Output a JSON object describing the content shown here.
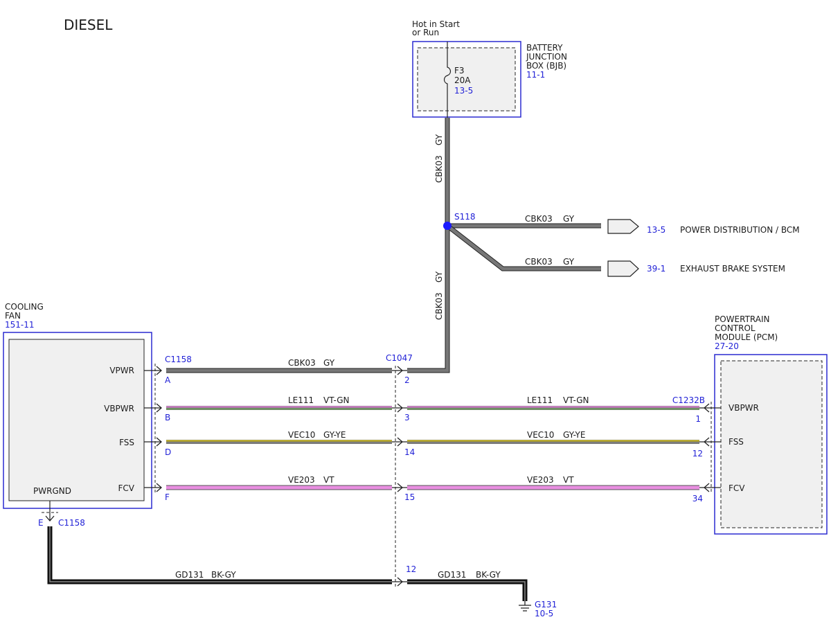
{
  "title": "DIESEL",
  "colors": {
    "ref_blue": "#1f1fd6",
    "wire_gy": "#777777",
    "wire_vt": "#e88ee0",
    "wire_gn": "#7ca86c",
    "wire_ye": "#d9c62a",
    "wire_bk": "#111111",
    "module_fill": "#f0f0f0"
  },
  "bjb": {
    "hot_line1": "Hot in Start",
    "hot_line2": "or Run",
    "name_line1": "BATTERY",
    "name_line2": "JUNCTION",
    "name_line3": "BOX (BJB)",
    "ref": "11-1",
    "fuse_name": "F3",
    "fuse_rating": "20A",
    "fuse_ref": "13-5"
  },
  "splice": {
    "label": "S118"
  },
  "vertical_wires": {
    "upper": {
      "circuit": "CBK03",
      "color": "GY"
    },
    "lower": {
      "circuit": "CBK03",
      "color": "GY"
    }
  },
  "outputs": [
    {
      "circuit": "CBK03",
      "color": "GY",
      "ref": "13-5",
      "dest": "POWER DISTRIBUTION / BCM"
    },
    {
      "circuit": "CBK03",
      "color": "GY",
      "ref": "39-1",
      "dest": "EXHAUST BRAKE SYSTEM"
    }
  ],
  "cooling_fan": {
    "name_line1": "COOLING",
    "name_line2": "FAN",
    "ref": "151-11",
    "connector": "C1158",
    "pins": [
      {
        "name": "VPWR",
        "pin": "A"
      },
      {
        "name": "VBPWR",
        "pin": "B"
      },
      {
        "name": "FSS",
        "pin": "D"
      },
      {
        "name": "FCV",
        "pin": "F"
      }
    ],
    "ground_pin_name": "PWRGND",
    "ground_pin": "E",
    "ground_connector": "C1158"
  },
  "inline_connector": {
    "name": "C1047",
    "pins": [
      "2",
      "3",
      "14",
      "15",
      "12"
    ]
  },
  "pcm": {
    "name_line1": "POWERTRAIN",
    "name_line2": "CONTROL",
    "name_line3": "MODULE (PCM)",
    "ref": "27-20",
    "connector": "C1232B",
    "pins": [
      {
        "name": "VBPWR",
        "pin": "1"
      },
      {
        "name": "FSS",
        "pin": "12"
      },
      {
        "name": "FCV",
        "pin": "34"
      }
    ]
  },
  "wires": [
    {
      "circuit": "CBK03",
      "color": "GY"
    },
    {
      "circuit": "LE111",
      "color": "VT-GN"
    },
    {
      "circuit": "VEC10",
      "color": "GY-YE"
    },
    {
      "circuit": "VE203",
      "color": "VT"
    }
  ],
  "pcm_wires": [
    {
      "circuit": "LE111",
      "color": "VT-GN"
    },
    {
      "circuit": "VEC10",
      "color": "GY-YE"
    },
    {
      "circuit": "VE203",
      "color": "VT"
    }
  ],
  "ground_wire": {
    "left": {
      "circuit": "GD131",
      "color": "BK-GY"
    },
    "right": {
      "circuit": "GD131",
      "color": "BK-GY"
    },
    "ground_name": "G131",
    "ground_ref": "10-5"
  }
}
